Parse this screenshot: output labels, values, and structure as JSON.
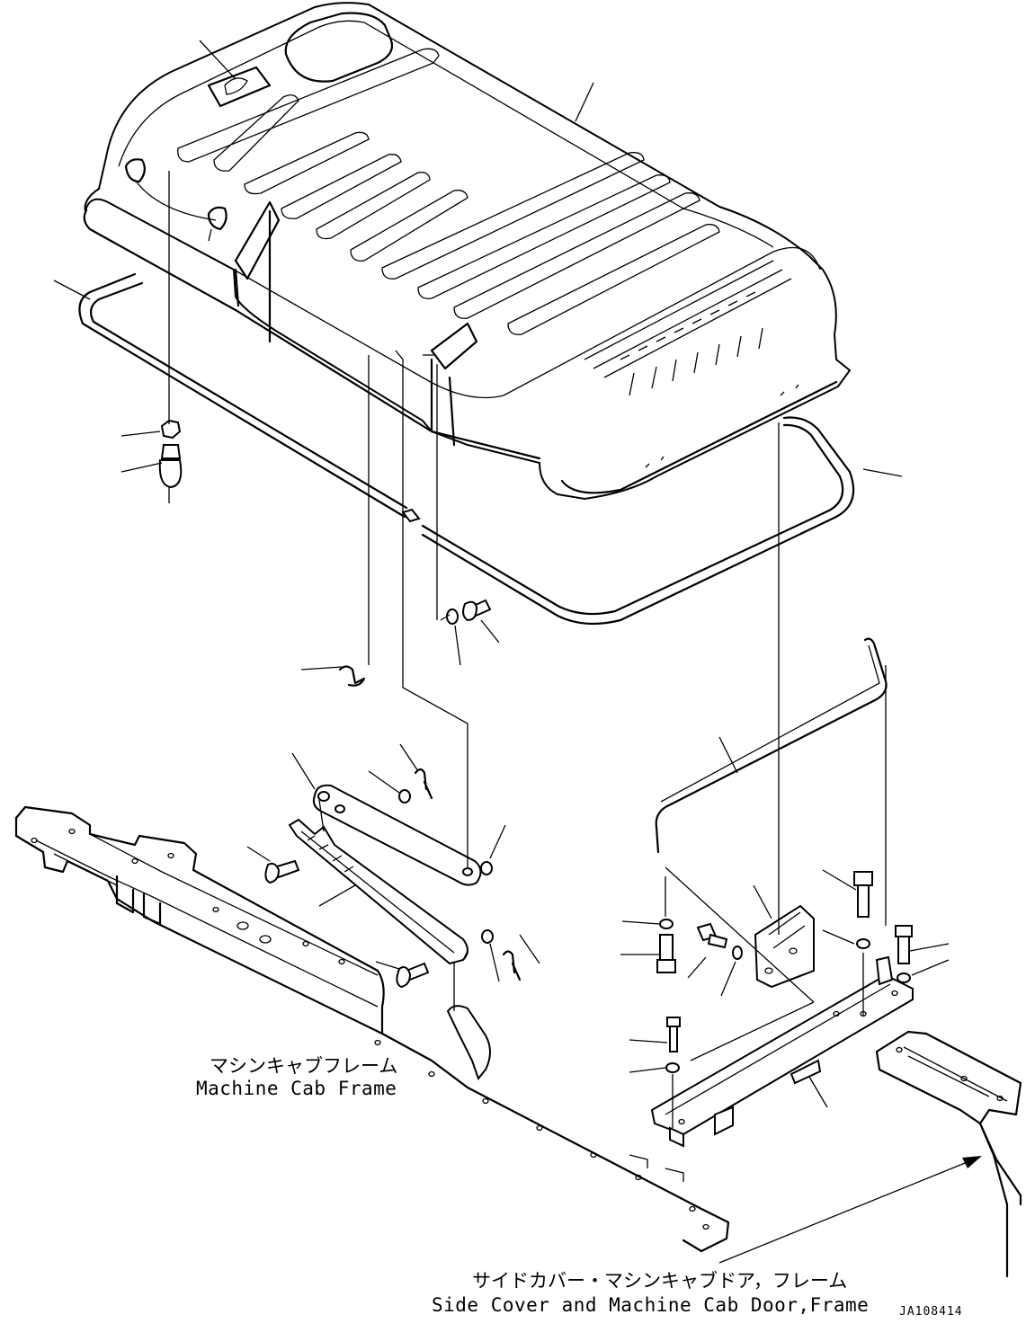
{
  "callouts": {
    "machine_cab_frame_jp": "マシンキャブフレーム",
    "machine_cab_frame_en": "Machine Cab Frame",
    "side_cover_jp": "サイドカバー・マシンキャブドア，フレーム",
    "side_cover_en": "Side Cover and Machine Cab Door,Frame"
  },
  "drawing_code": "JA108414"
}
